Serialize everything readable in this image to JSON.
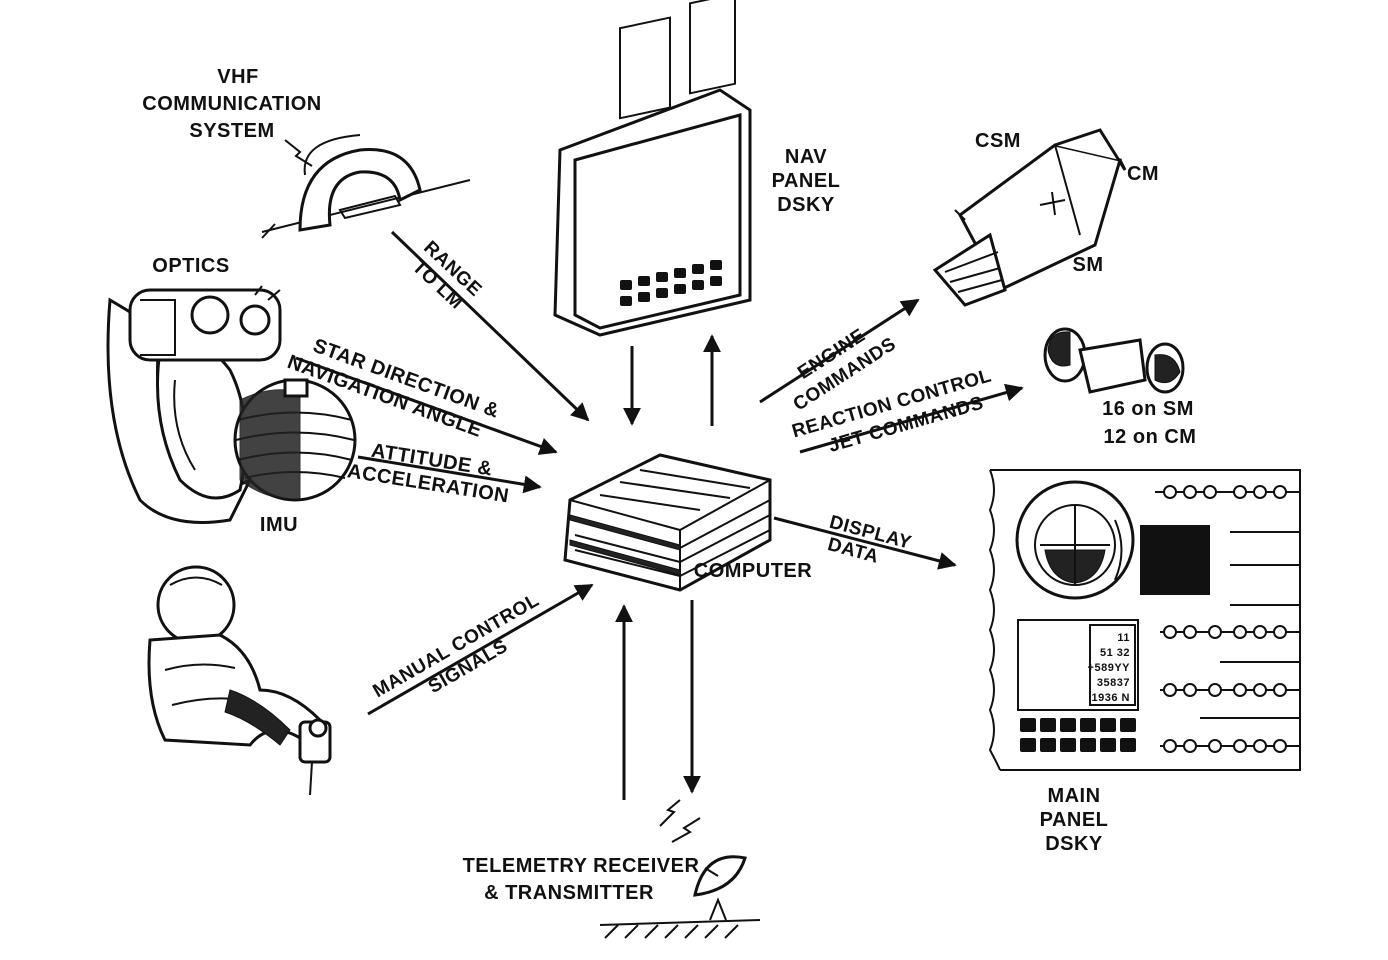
{
  "labels": {
    "vhf": [
      "VHF",
      "COMMUNICATION",
      "SYSTEM"
    ],
    "optics": "OPTICS",
    "imu": "IMU",
    "nav_panel": [
      "NAV",
      "PANEL",
      "DSKY"
    ],
    "csm": "CSM",
    "cm": "CM",
    "sm": "SM",
    "jets": [
      "16 on SM",
      "12 on CM"
    ],
    "computer": "COMPUTER",
    "telemetry": [
      "TELEMETRY RECEIVER",
      "& TRANSMITTER"
    ],
    "main_panel": [
      "MAIN",
      "PANEL",
      "DSKY"
    ],
    "dsky_readout": [
      "11",
      "51 32",
      "+589YY",
      "35837",
      "1936 N"
    ]
  },
  "arrows": {
    "range": [
      "RANGE",
      "TO LM"
    ],
    "star": [
      "STAR DIRECTION &",
      "NAVIGATION ANGLE"
    ],
    "attitude": [
      "ATTITUDE &",
      "ACCELERATION"
    ],
    "manual": [
      "MANUAL CONTROL",
      "SIGNALS"
    ],
    "engine": [
      "ENGINE",
      "COMMANDS"
    ],
    "reaction": [
      "REACTION CONTROL",
      "JET COMMANDS"
    ],
    "display": [
      "DISPLAY",
      "DATA"
    ]
  }
}
